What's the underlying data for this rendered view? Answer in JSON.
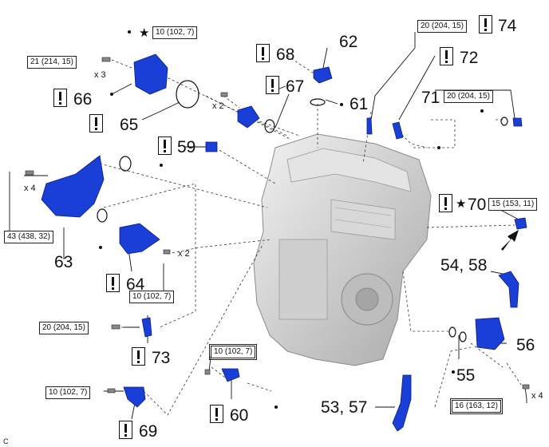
{
  "diagram": {
    "callouts": [
      "74",
      "62",
      "68",
      "72",
      "61",
      "67",
      "66",
      "65",
      "71",
      "59",
      "70",
      "63",
      "64",
      "54, 58",
      "56",
      "73",
      "55",
      "60",
      "53, 57",
      "69"
    ],
    "torques": [
      "10 (102, 7)",
      "20 (204, 15)",
      "21 (214, 15)",
      "20 (204, 15)",
      "15 (153, 11)",
      "43 (438, 32)",
      "10 (102, 7)",
      "20 (204, 15)",
      "10 (102, 7)",
      "10 (102, 7)",
      "16 (163, 12)"
    ],
    "quantities": [
      "x 3",
      "x 2",
      "x 4",
      "x 2",
      "x 4"
    ],
    "stars": [
      "★",
      "★"
    ],
    "corner_code": "C",
    "colors": {
      "part_blue": "#1a3fd6",
      "engine_gray": "#c8c8c8",
      "line": "#333333",
      "arrow": "#111111"
    }
  }
}
